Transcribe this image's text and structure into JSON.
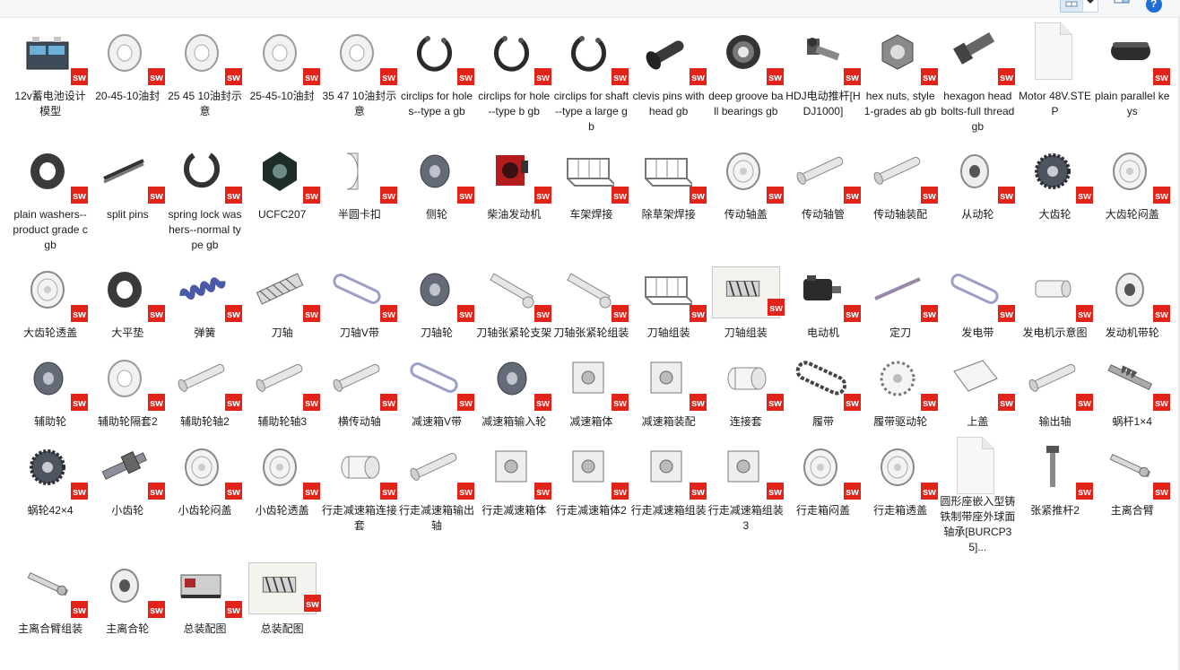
{
  "toolbar": {
    "view_icon": "large-icons-view-icon",
    "dropdown_icon": "chevron-down-icon",
    "pane_icon": "preview-pane-icon",
    "help_label": "?"
  },
  "colors": {
    "sw_badge": "#e2231a",
    "accent": "#1f6ed6"
  },
  "items": [
    {
      "label": "12v蓄电池设计模型",
      "icon": "battery-icon"
    },
    {
      "label": "20-45-10油封",
      "icon": "oil-seal-icon"
    },
    {
      "label": "25 45 10油封示意",
      "icon": "oil-seal-icon"
    },
    {
      "label": "25-45-10油封",
      "icon": "oil-seal-icon"
    },
    {
      "label": "35 47 10油封示意",
      "icon": "oil-seal-icon"
    },
    {
      "label": "circlips for holes--type a gb",
      "icon": "circlip-icon"
    },
    {
      "label": "circlips for hole--type b gb",
      "icon": "circlip-icon"
    },
    {
      "label": "circlips for shaft--type a large gb",
      "icon": "circlip-icon"
    },
    {
      "label": "clevis pins with head gb",
      "icon": "clevis-pin-icon"
    },
    {
      "label": "deep groove ball bearings gb",
      "icon": "bearing-icon"
    },
    {
      "label": "HDJ电动推杆[HDJ1000]",
      "icon": "actuator-icon"
    },
    {
      "label": "hex nuts, style 1-grades ab gb",
      "icon": "hex-nut-icon"
    },
    {
      "label": "hexagon head bolts-full thread gb",
      "icon": "hex-bolt-icon"
    },
    {
      "label": "Motor 48V.STEP",
      "icon": "document-icon"
    },
    {
      "label": "plain parallel keys",
      "icon": "parallel-key-icon"
    },
    {
      "label": "plain washers--product grade c gb",
      "icon": "washer-icon"
    },
    {
      "label": "split pins",
      "icon": "split-pin-icon"
    },
    {
      "label": "spring lock washers--normal type gb",
      "icon": "spring-washer-icon"
    },
    {
      "label": "UCFC207",
      "icon": "flange-bearing-icon"
    },
    {
      "label": "半圆卡扣",
      "icon": "half-clip-icon"
    },
    {
      "label": "侧轮",
      "icon": "wheel-icon"
    },
    {
      "label": "柴油发动机",
      "icon": "engine-icon"
    },
    {
      "label": "车架焊接",
      "icon": "frame-icon"
    },
    {
      "label": "除草架焊接",
      "icon": "frame-icon"
    },
    {
      "label": "传动轴盖",
      "icon": "cover-icon"
    },
    {
      "label": "传动轴管",
      "icon": "shaft-icon"
    },
    {
      "label": "传动轴装配",
      "icon": "shaft-icon"
    },
    {
      "label": "从动轮",
      "icon": "pulley-icon"
    },
    {
      "label": "大齿轮",
      "icon": "gear-icon"
    },
    {
      "label": "大齿轮闷盖",
      "icon": "cover-icon"
    },
    {
      "label": "大齿轮透盖",
      "icon": "cover-icon"
    },
    {
      "label": "大平垫",
      "icon": "washer-icon"
    },
    {
      "label": "弹簧",
      "icon": "spring-icon"
    },
    {
      "label": "刀轴",
      "icon": "cutter-shaft-icon"
    },
    {
      "label": "刀轴V带",
      "icon": "belt-icon"
    },
    {
      "label": "刀轴轮",
      "icon": "wheel-icon"
    },
    {
      "label": "刀轴张紧轮支架",
      "icon": "bracket-icon"
    },
    {
      "label": "刀轴张紧轮组装",
      "icon": "bracket-icon"
    },
    {
      "label": "刀轴组装",
      "icon": "frame-icon"
    },
    {
      "label": "刀轴组装",
      "icon": "assembly-preview-icon",
      "bordered": true
    },
    {
      "label": "电动机",
      "icon": "motor-icon"
    },
    {
      "label": "定刀",
      "icon": "blade-icon"
    },
    {
      "label": "发电带",
      "icon": "belt-icon"
    },
    {
      "label": "发电机示意图",
      "icon": "generator-icon"
    },
    {
      "label": "发动机带轮",
      "icon": "pulley-icon"
    },
    {
      "label": "辅助轮",
      "icon": "wheel-icon"
    },
    {
      "label": "辅助轮隔套2",
      "icon": "oil-seal-icon"
    },
    {
      "label": "辅助轮轴2",
      "icon": "shaft-icon"
    },
    {
      "label": "辅助轮轴3",
      "icon": "shaft-icon"
    },
    {
      "label": "横传动轴",
      "icon": "shaft-icon"
    },
    {
      "label": "减速箱V带",
      "icon": "belt-icon"
    },
    {
      "label": "减速箱输入轮",
      "icon": "wheel-icon"
    },
    {
      "label": "减速箱体",
      "icon": "gearbox-icon"
    },
    {
      "label": "减速箱装配",
      "icon": "gearbox-icon"
    },
    {
      "label": "连接套",
      "icon": "sleeve-icon"
    },
    {
      "label": "履带",
      "icon": "track-icon"
    },
    {
      "label": "履带驱动轮",
      "icon": "sprocket-icon"
    },
    {
      "label": "上盖",
      "icon": "plate-icon"
    },
    {
      "label": "输出轴",
      "icon": "shaft-icon"
    },
    {
      "label": "蜗杆1×4",
      "icon": "worm-icon"
    },
    {
      "label": "蜗轮42×4",
      "icon": "gear-icon"
    },
    {
      "label": "小齿轮",
      "icon": "pinion-icon"
    },
    {
      "label": "小齿轮闷盖",
      "icon": "cover-icon"
    },
    {
      "label": "小齿轮透盖",
      "icon": "cover-icon"
    },
    {
      "label": "行走减速箱连接套",
      "icon": "sleeve-icon"
    },
    {
      "label": "行走减速箱输出轴",
      "icon": "shaft-icon"
    },
    {
      "label": "行走减速箱体",
      "icon": "gearbox-icon"
    },
    {
      "label": "行走减速箱体2",
      "icon": "gearbox-icon"
    },
    {
      "label": "行走减速箱组装",
      "icon": "gearbox-icon"
    },
    {
      "label": "行走减速箱组装3",
      "icon": "gearbox-icon"
    },
    {
      "label": "行走箱闷盖",
      "icon": "cover-icon"
    },
    {
      "label": "行走箱透盖",
      "icon": "cover-icon"
    },
    {
      "label": "圆形座嵌入型铸铁制带座外球面轴承[BURCP35]...",
      "icon": "document-icon"
    },
    {
      "label": "张紧推杆2",
      "icon": "rod-icon"
    },
    {
      "label": "主离合臂",
      "icon": "arm-icon"
    },
    {
      "label": "主离合臂组装",
      "icon": "arm-icon"
    },
    {
      "label": "主离合轮",
      "icon": "pulley-icon"
    },
    {
      "label": "总装配图",
      "icon": "assembly-icon"
    },
    {
      "label": "总装配图",
      "icon": "assembly-preview-icon",
      "bordered": true
    }
  ]
}
